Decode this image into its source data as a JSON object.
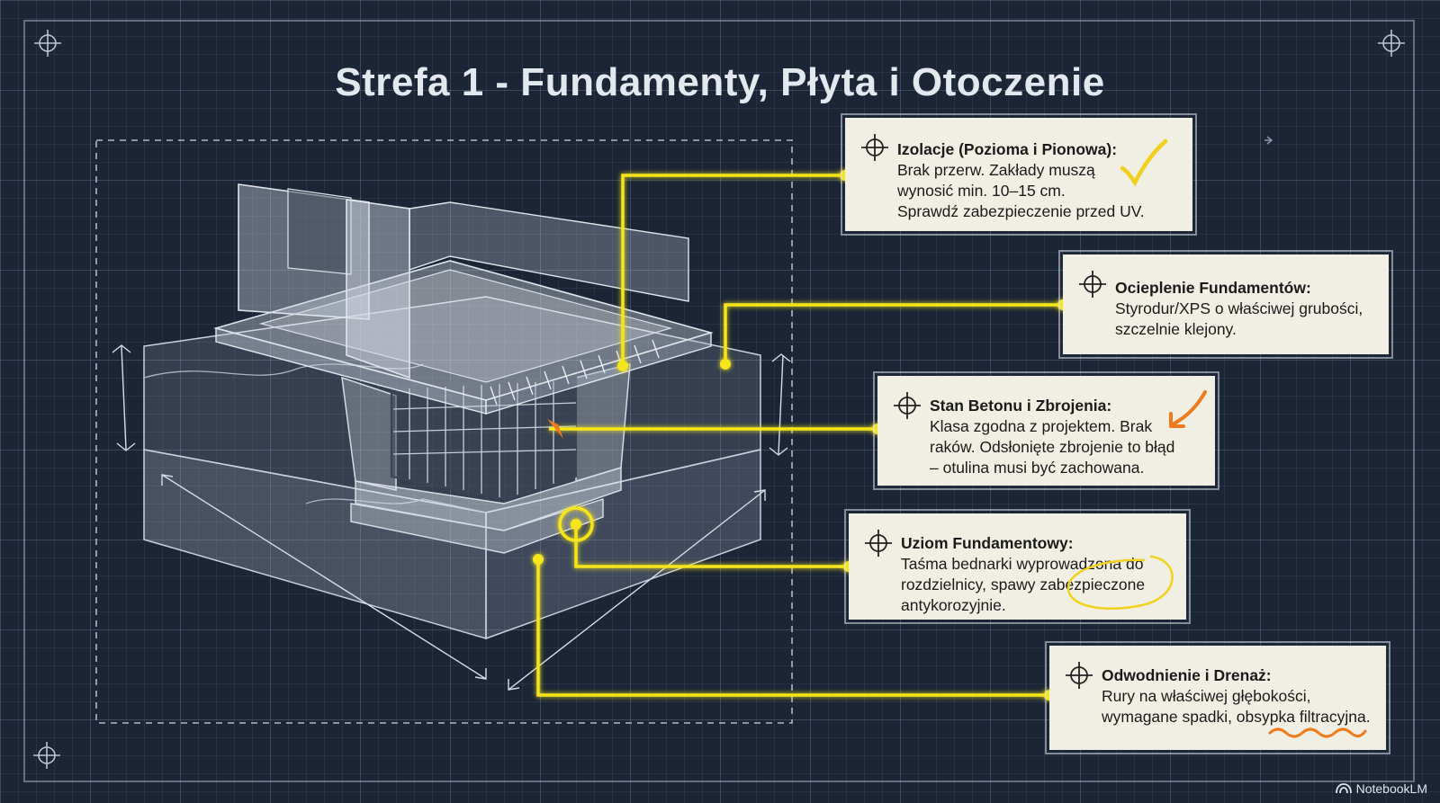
{
  "title": "Strefa 1 - Fundamenty, Płyta i Otoczenie",
  "colors": {
    "background": "#1b2535",
    "connector": "#f5e61c",
    "card": "#f1efe4",
    "mark_check": "#f0cf1e",
    "mark_arrow": "#f07a1e",
    "mark_ellipse": "#f0d21e",
    "mark_squiggle": "#f07a1e"
  },
  "callouts": [
    {
      "heading": "Izolacje (Pozioma i Pionowa):",
      "body": "Brak przerw. Zakłady muszą\nwynosić min. 10–15 cm.\nSprawdź zabezpieczenie przed UV.",
      "mark": "checkmark"
    },
    {
      "heading": "Ocieplenie Fundamentów:",
      "body": "Styrodur/XPS o właściwej grubości,\nszczelnie klejony.",
      "mark": "none"
    },
    {
      "heading": "Stan Betonu i Zbrojenia:",
      "body": "Klasa zgodna z projektem. Brak\nraków. Odsłonięte zbrojenie to błąd\n– otulina musi być zachowana.",
      "mark": "arrow"
    },
    {
      "heading": "Uziom Fundamentowy:",
      "body": "Taśma bednarki wyprowadzona do\nrozdzielnicy, spawy zabezpieczone\nantykorozyjnie.",
      "mark": "ellipse"
    },
    {
      "heading": "Odwodnienie i Drenaż:",
      "body": "Rury na właściwej głębokości,\nwymagane spadki, obsypka filtracyjna.",
      "mark": "squiggle"
    }
  ],
  "branding": {
    "label": "NotebookLM",
    "icon": "notebooklm-logo-icon"
  }
}
